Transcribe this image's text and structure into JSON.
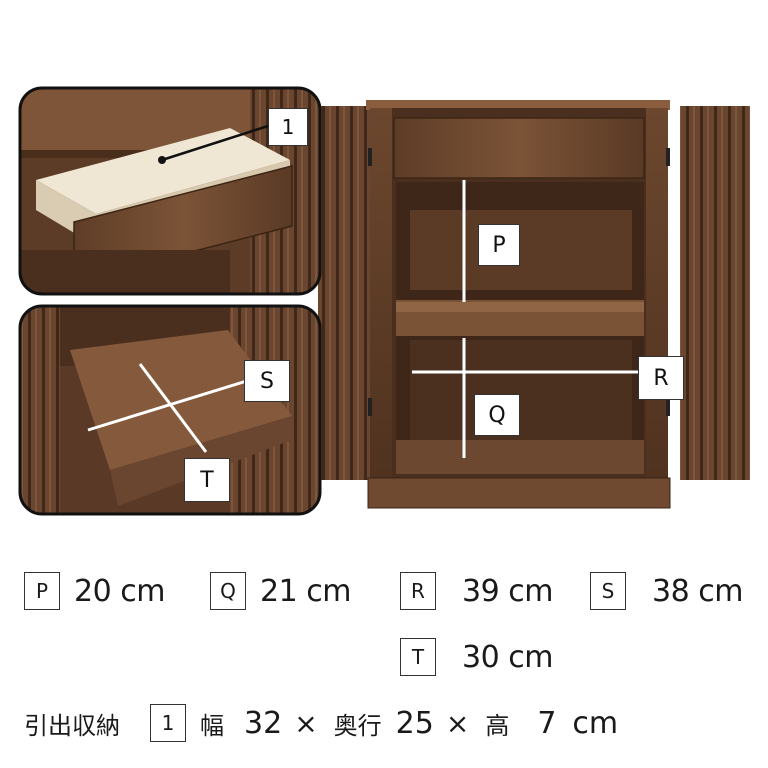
{
  "labels": {
    "drawer": "1",
    "p": "P",
    "q": "Q",
    "r": "R",
    "s": "S",
    "t": "T"
  },
  "specs": [
    {
      "key": "P",
      "value": "20 cm"
    },
    {
      "key": "Q",
      "value": "21 cm"
    },
    {
      "key": "R",
      "value": "39 cm"
    },
    {
      "key": "S",
      "value": "38 cm"
    },
    {
      "key": "T",
      "value": "30 cm"
    }
  ],
  "drawer_spec": {
    "title": "引出収納",
    "key": "1",
    "width_label": "幅",
    "width_value": "32",
    "times1": "×",
    "depth_label": "奥行",
    "depth_value": "25",
    "times2": "×",
    "height_label": "高",
    "height_value": "7",
    "unit": "cm"
  },
  "colors": {
    "wood_dark": "#5a3a24",
    "wood_mid": "#7a5236",
    "wood_light": "#9a6d4a",
    "drawer_inside": "#e8dfcc",
    "border": "#111111"
  }
}
